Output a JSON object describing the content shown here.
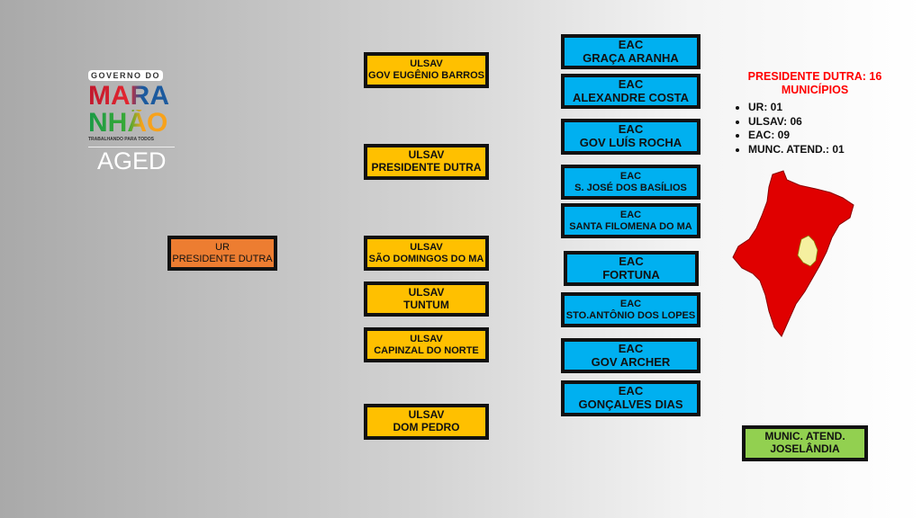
{
  "logo": {
    "line1": "GOVERNO DO",
    "line2": "MARA",
    "line3": "NHÃO",
    "tagline": "TRABALHANDO PARA TODOS",
    "agency": "AGED"
  },
  "ur": {
    "type": "UR",
    "name": "PRESIDENTE DUTRA"
  },
  "ulsav": [
    {
      "type": "ULSAV",
      "name": "GOV EUGÊNIO BARROS"
    },
    {
      "type": "ULSAV",
      "name": "PRESIDENTE DUTRA"
    },
    {
      "type": "ULSAV",
      "name": "SÃO DOMINGOS DO MA"
    },
    {
      "type": "ULSAV",
      "name": "TUNTUM"
    },
    {
      "type": "ULSAV",
      "name": "CAPINZAL DO NORTE"
    },
    {
      "type": "ULSAV",
      "name": "DOM PEDRO"
    }
  ],
  "eac": [
    {
      "type": "EAC",
      "name": "GRAÇA ARANHA"
    },
    {
      "type": "EAC",
      "name": "ALEXANDRE COSTA"
    },
    {
      "type": "EAC",
      "name": "GOV LUÍS ROCHA"
    },
    {
      "type": "EAC",
      "name": "S. JOSÉ DOS BASÍLIOS"
    },
    {
      "type": "EAC",
      "name": "SANTA FILOMENA DO MA"
    },
    {
      "type": "EAC",
      "name": "FORTUNA"
    },
    {
      "type": "EAC",
      "name": "STO.ANTÔNIO DOS LOPES"
    },
    {
      "type": "EAC",
      "name": "GOV ARCHER"
    },
    {
      "type": "EAC",
      "name": "GONÇALVES DIAS"
    }
  ],
  "summary": {
    "title": "PRESIDENTE DUTRA: 16 MUNICÍPIOS",
    "items": [
      "UR: 01",
      "ULSAV: 06",
      "EAC: 09",
      "MUNC. ATEND.: 01"
    ]
  },
  "munic": {
    "type": "MUNIC. ATEND.",
    "name": "JOSELÂNDIA"
  },
  "colors": {
    "ur": "#ed7d31",
    "ulsav": "#ffc000",
    "eac": "#00b0f0",
    "munic": "#92d050",
    "map_state": "#e00000",
    "map_region": "#f5f0a0"
  }
}
